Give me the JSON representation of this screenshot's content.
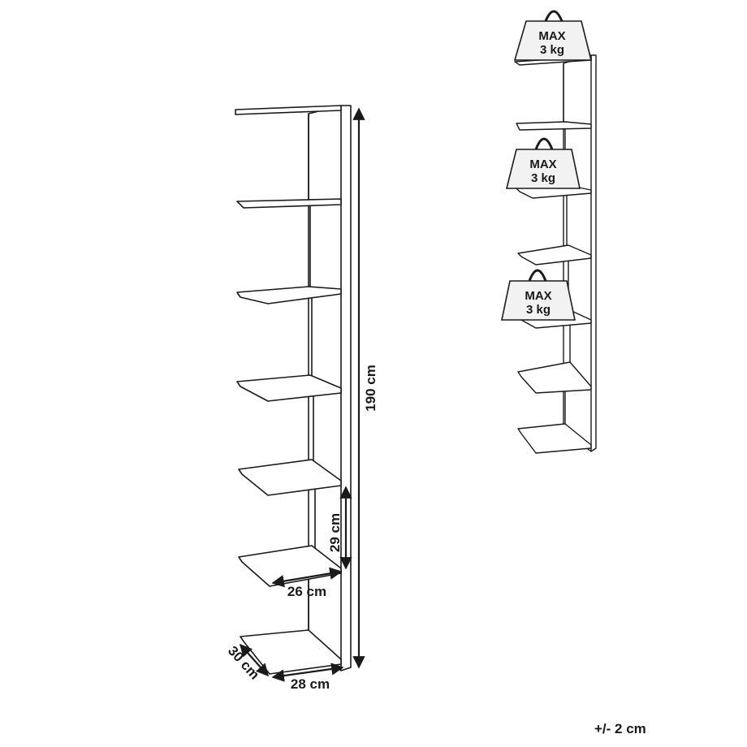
{
  "dimensions": {
    "height": "190 cm",
    "spacing": "29 cm",
    "shelf_width": "26 cm",
    "base_width": "28 cm",
    "depth": "30 cm"
  },
  "load_labels": [
    {
      "line1": "MAX",
      "line2": "3 kg"
    },
    {
      "line1": "MAX",
      "line2": "3 kg"
    },
    {
      "line1": "MAX",
      "line2": "3 kg"
    }
  ],
  "tolerance": "+/- 2 cm",
  "colors": {
    "line": "#1a1a1a",
    "shelf_fill": "#ffffff",
    "weight_fill": "#f2f2f2"
  }
}
